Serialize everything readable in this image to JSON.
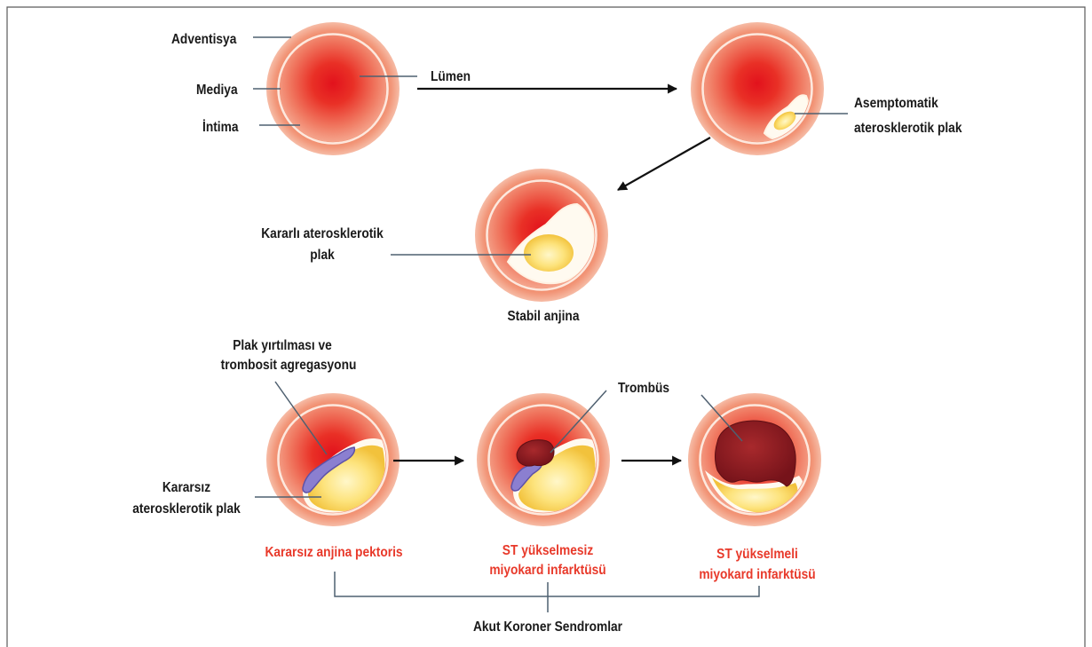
{
  "layers": {
    "adventitia": "Adventisya",
    "media": "Mediya",
    "intima": "İntima",
    "lumen": "Lümen"
  },
  "asymptomatic_plaque": {
    "line1": "Asemptomatik",
    "line2": "aterosklerotik plak"
  },
  "stable_plaque": {
    "line1": "Kararlı aterosklerotik",
    "line2": "plak",
    "condition": "Stabil anjina"
  },
  "plaque_rupture": {
    "line1": "Plak yırtılması ve",
    "line2": "trombosit agregasyonu"
  },
  "thrombus": "Trombüs",
  "unstable_plaque": {
    "line1": "Kararsız",
    "line2": "aterosklerotik plak"
  },
  "conditions": {
    "unstable_angina": "Kararsız anjina pektoris",
    "nstemi": {
      "line1": "ST yükselmesiz",
      "line2": "miyokard infarktüsü"
    },
    "stemi": {
      "line1": "ST yükselmeli",
      "line2": "miyokard infarktüsü"
    }
  },
  "acute_coronary_syndromes": "Akut Koroner Sendromlar",
  "icons": [
    "arrow-right-icon",
    "arrow-down-left-icon"
  ],
  "colors": {
    "condition_label": "#e8392a",
    "lumen": "#e3161f",
    "vessel_wall": "#ef8462",
    "plaque": "#fbd85a",
    "thrombus": "#8e1c1f",
    "platelets": "#8b7fd0"
  }
}
